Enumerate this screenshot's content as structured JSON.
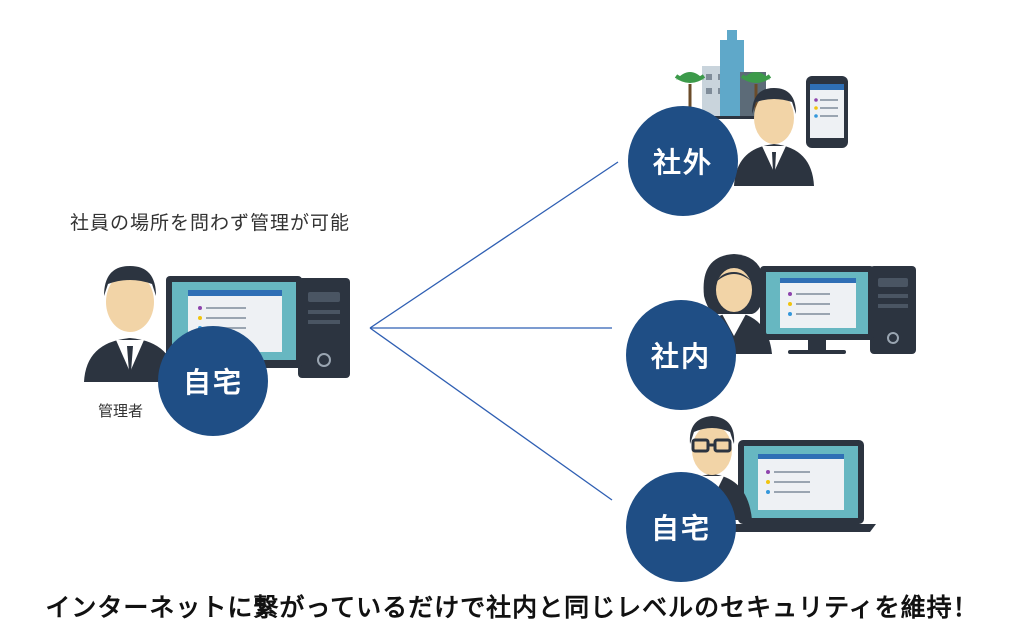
{
  "caption": "社員の場所を問わず管理が可能",
  "admin": {
    "badge": "自宅",
    "label": "管理者"
  },
  "nodes": {
    "outside": {
      "badge": "社外"
    },
    "inside": {
      "badge": "社内"
    },
    "home": {
      "badge": "自宅"
    }
  },
  "footer": "インターネットに繋がっているだけで社内と同じレベルのセキュリティを維持！",
  "colors": {
    "badge": "#1f4e85",
    "line": "#2f5fb3",
    "screen": "#67b7c1",
    "monitor": "#2c3440"
  }
}
